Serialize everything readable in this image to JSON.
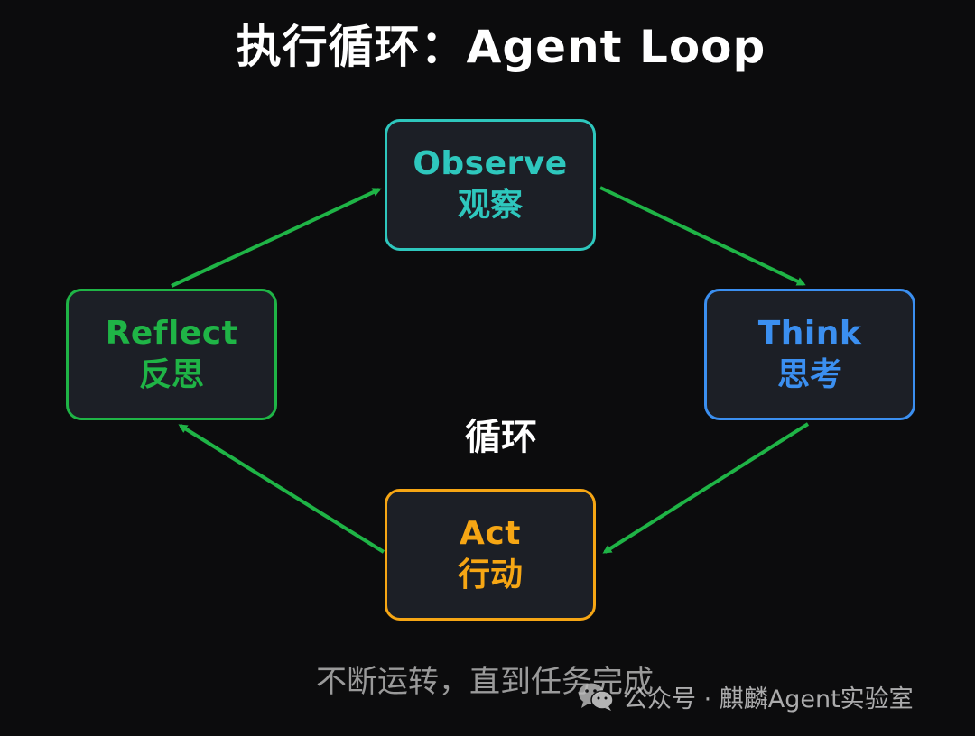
{
  "title": "执行循环：Agent Loop",
  "nodes": {
    "observe": {
      "en": "Observe",
      "zh": "观察",
      "color": "#2ec7bd"
    },
    "think": {
      "en": "Think",
      "zh": "思考",
      "color": "#3b8ff0"
    },
    "act": {
      "en": "Act",
      "zh": "行动",
      "color": "#f6a614"
    },
    "reflect": {
      "en": "Reflect",
      "zh": "反思",
      "color": "#1fb446"
    }
  },
  "center_label": "循环",
  "arrow_color": "#1fb446",
  "footer": "不断运转，直到任务完成",
  "watermark": {
    "icon": "wechat-icon",
    "text": "公众号 · 麒麟Agent实验室"
  }
}
